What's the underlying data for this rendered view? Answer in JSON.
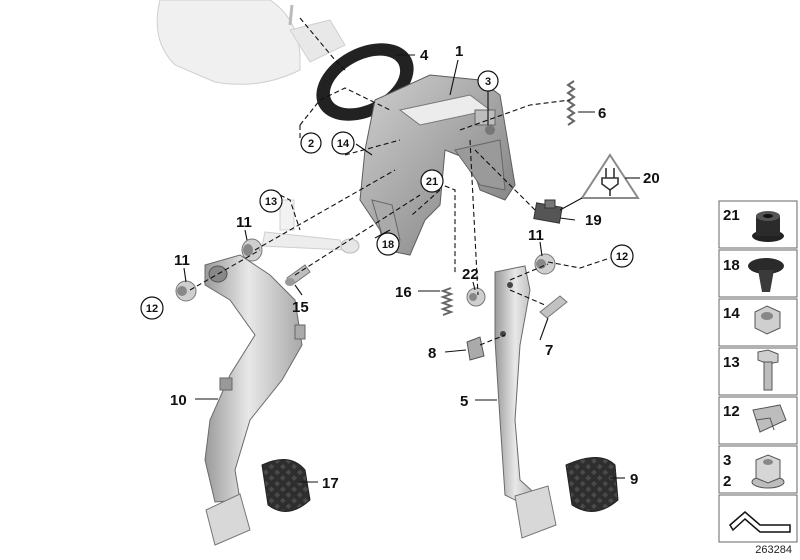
{
  "callouts": {
    "c1": "1",
    "c2": "2",
    "c3": "3",
    "c4": "4",
    "c5": "5",
    "c6": "6",
    "c7": "7",
    "c8": "8",
    "c9": "9",
    "c10": "10",
    "c11a": "11",
    "c11b": "11",
    "c11c": "11",
    "c12a": "12",
    "c12b": "12",
    "c13": "13",
    "c14": "14",
    "c15": "15",
    "c16": "16",
    "c17": "17",
    "c18": "18",
    "c19": "19",
    "c20": "20",
    "c21": "21",
    "c22": "22"
  },
  "legend": [
    {
      "label": "21",
      "icon": "grommet-icon"
    },
    {
      "label": "18",
      "icon": "expanding-rivet-icon"
    },
    {
      "label": "14",
      "icon": "hex-nut-icon"
    },
    {
      "label": "13",
      "icon": "hex-bolt-icon"
    },
    {
      "label": "12",
      "icon": "spring-clip-nut-icon"
    },
    {
      "label": "3",
      "label2": "2",
      "icon": "collar-nut-icon"
    },
    {
      "label": "",
      "icon": "bracket-symbol-icon"
    }
  ],
  "image_id": "263284",
  "colors": {
    "part_light": "#e6e6e6",
    "part_mid": "#c8c8c8",
    "part_dark": "#8a8a8a",
    "pedal_pad": "#3a3a3a",
    "line": "#111111"
  }
}
